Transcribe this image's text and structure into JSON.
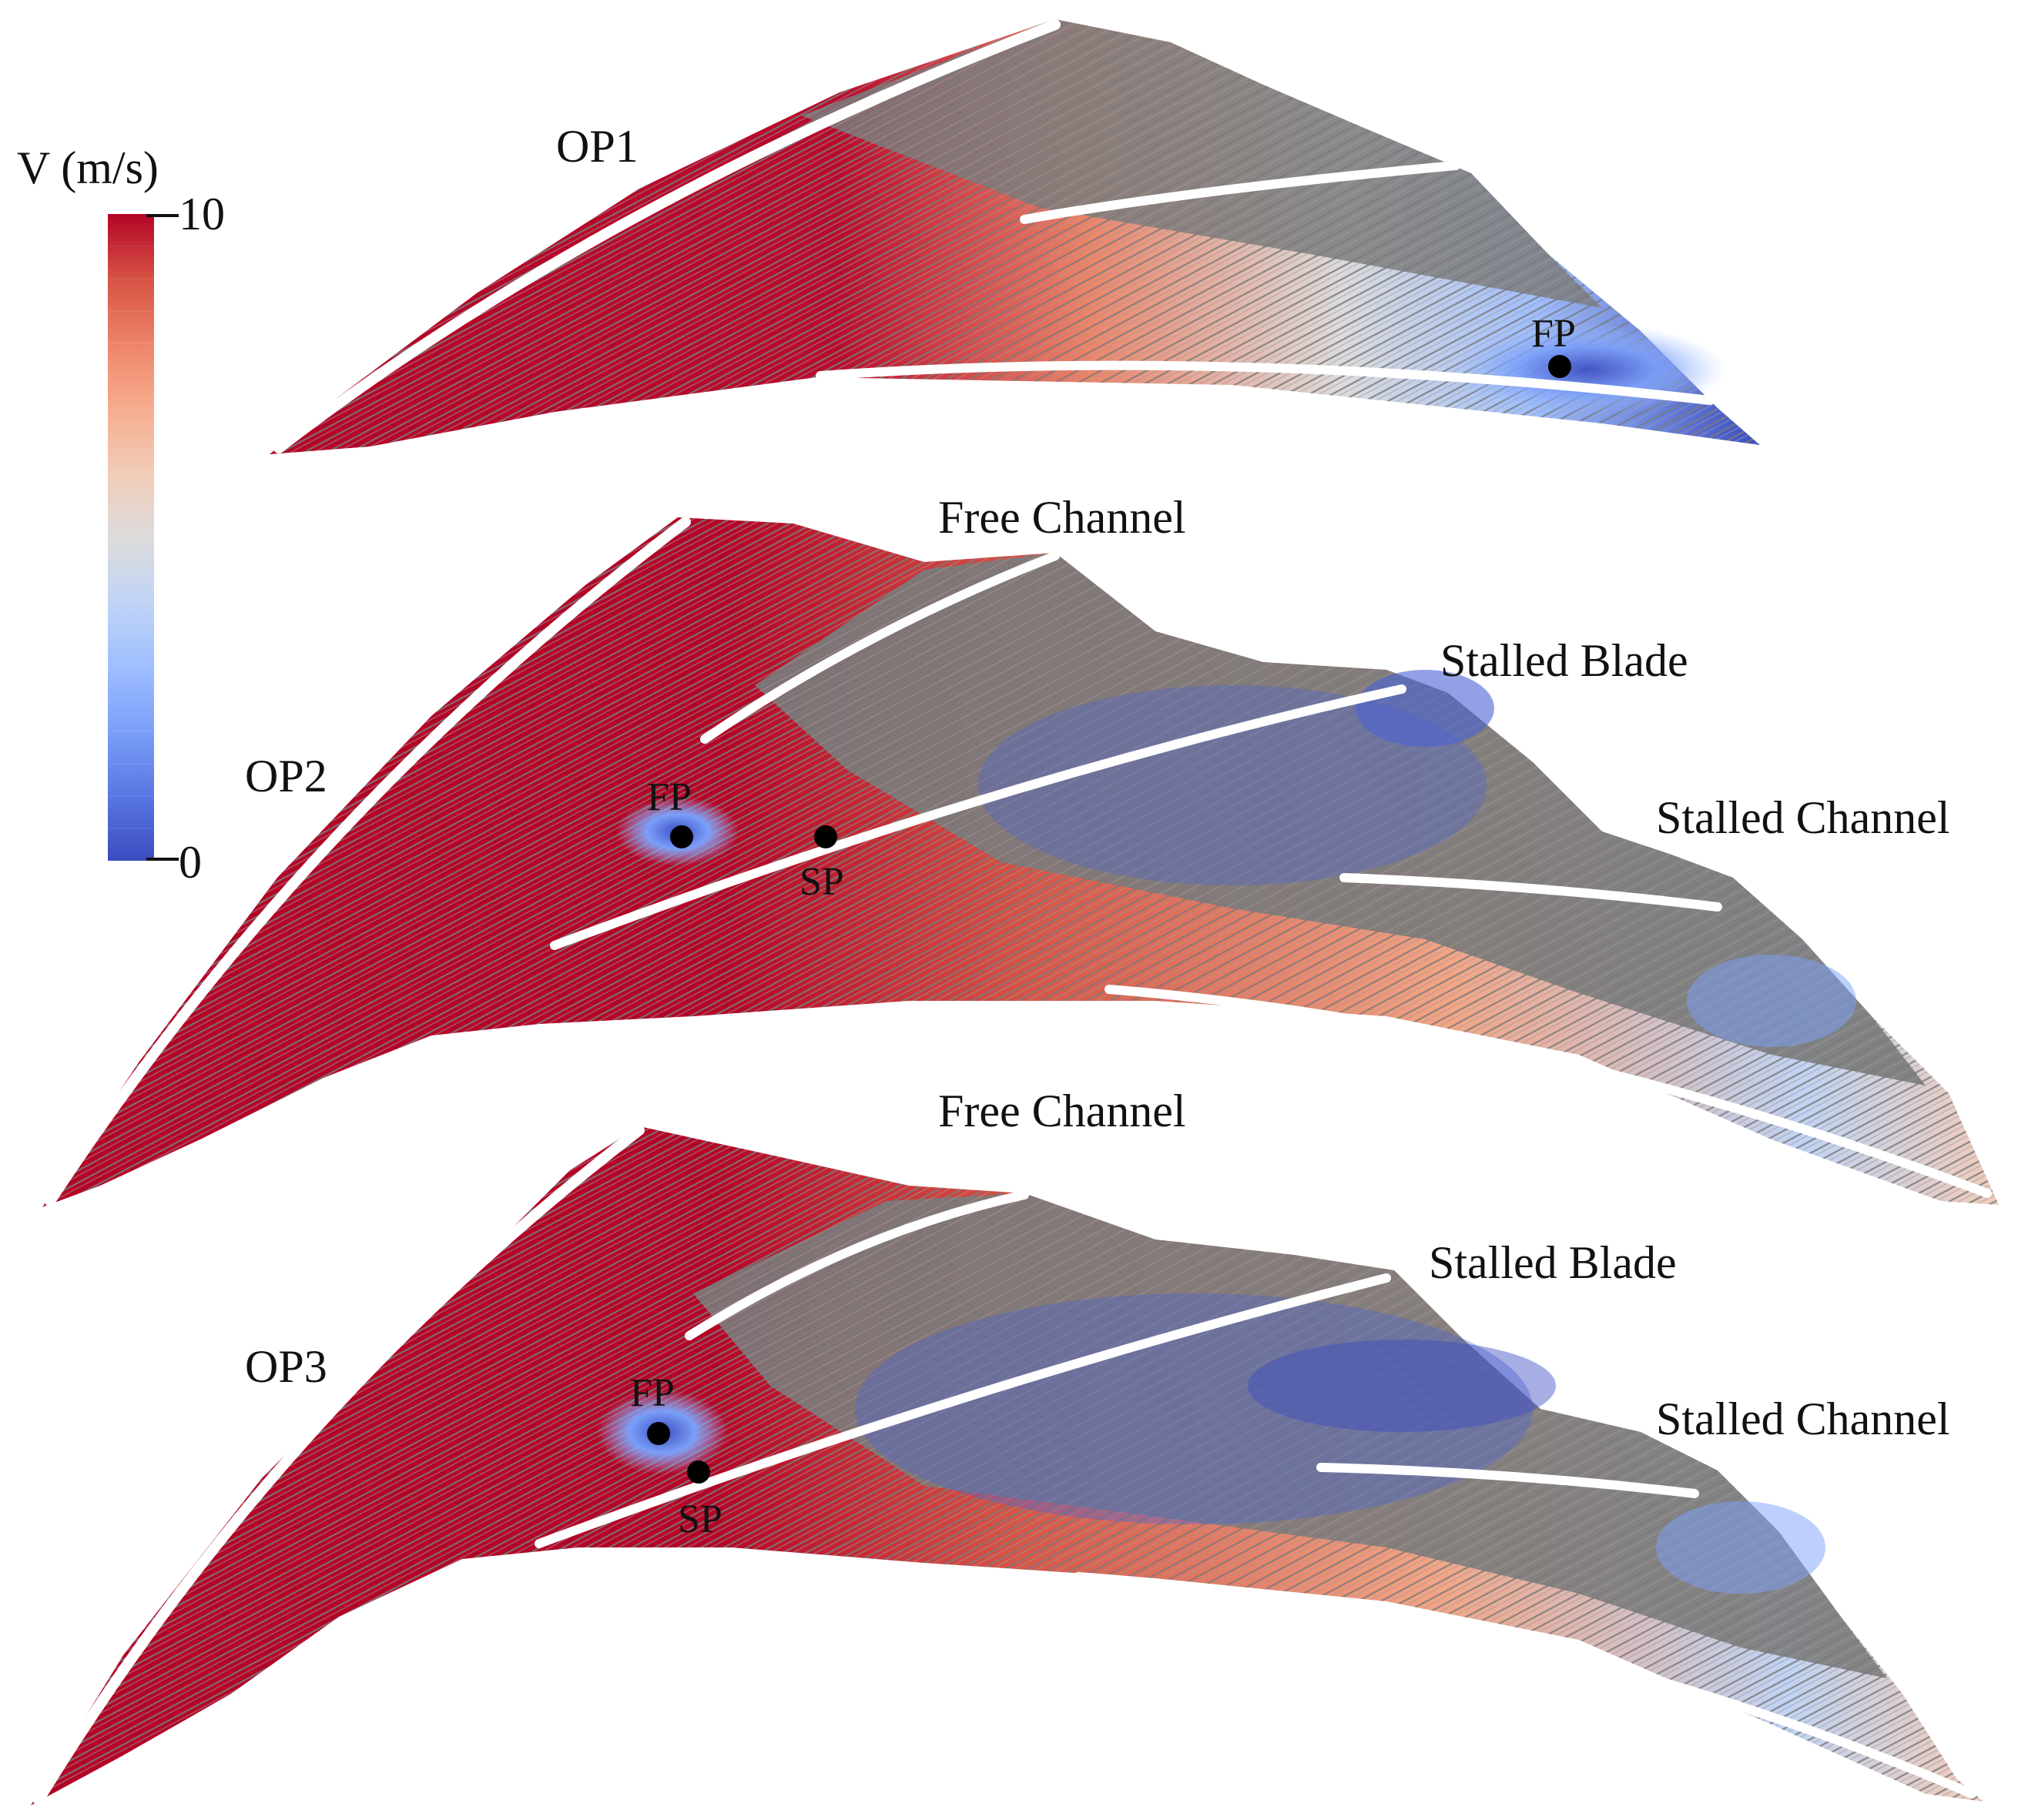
{
  "colorbar": {
    "title": "V (m/s)",
    "max_label": "10",
    "min_label": "0",
    "max_value": 10,
    "min_value": 0,
    "colors": [
      "#3b4cc0",
      "#5977e3",
      "#7b9ff9",
      "#9ebeff",
      "#c0d4f5",
      "#dddcdc",
      "#f2cbb7",
      "#f7ac8e",
      "#ee8468",
      "#d65244",
      "#b40426"
    ]
  },
  "panels": [
    {
      "op_label": "OP1",
      "free_channel_label": "",
      "stalled_blade_label": "",
      "stalled_channel_label": "",
      "points": [
        {
          "label": "FP"
        }
      ]
    },
    {
      "op_label": "OP2",
      "free_channel_label": "Free Channel",
      "stalled_blade_label": "Stalled Blade",
      "stalled_channel_label": "Stalled Channel",
      "points": [
        {
          "label": "FP"
        },
        {
          "label": "SP"
        }
      ]
    },
    {
      "op_label": "OP3",
      "free_channel_label": "Free Channel",
      "stalled_blade_label": "Stalled Blade",
      "stalled_channel_label": "Stalled Channel",
      "points": [
        {
          "label": "FP"
        },
        {
          "label": "SP"
        }
      ]
    }
  ],
  "palette": {
    "red": "#b40426",
    "salmon": "#f4a584",
    "gray": "#7b7b7b",
    "lightgray": "#c8c8c8",
    "blue": "#4a63d6",
    "lightblue": "#9ebeff",
    "white": "#ffffff"
  }
}
